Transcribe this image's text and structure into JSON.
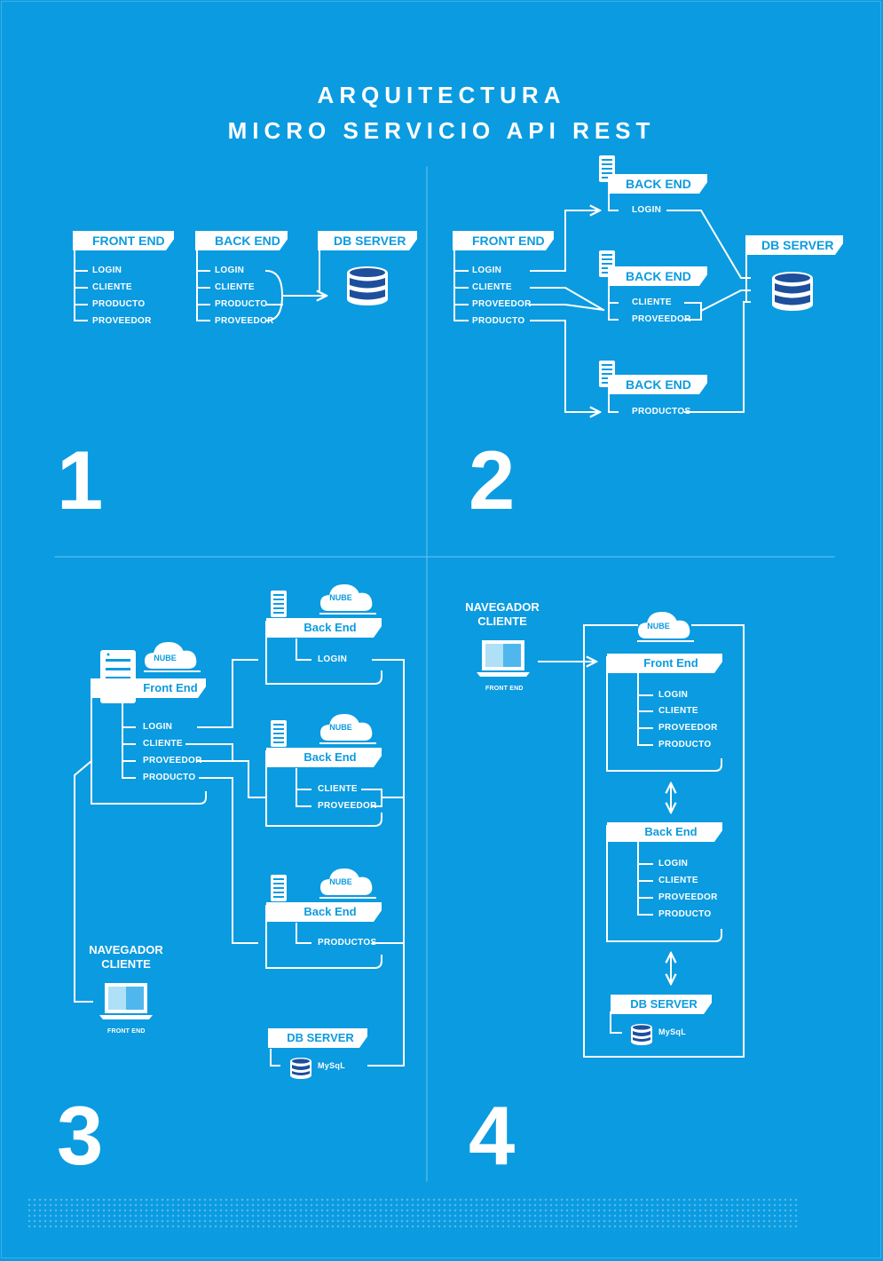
{
  "title": {
    "line1": "ARQUITECTURA",
    "line2": "MICRO SERVICIO API REST"
  },
  "quadrants": {
    "q1": {
      "number": "1",
      "front_end": {
        "label": "FRONT END",
        "items": [
          "LOGIN",
          "CLIENTE",
          "PRODUCTO",
          "PROVEEDOR"
        ]
      },
      "back_end": {
        "label": "BACK END",
        "items": [
          "LOGIN",
          "CLIENTE",
          "PRODUCTO",
          "PROVEEDOR"
        ]
      },
      "db": {
        "label": "DB SERVER"
      }
    },
    "q2": {
      "number": "2",
      "front_end": {
        "label": "FRONT END",
        "items": [
          "LOGIN",
          "CLIENTE",
          "PROVEEDOR",
          "PRODUCTO"
        ]
      },
      "back_end_1": {
        "label": "BACK END",
        "items": [
          "LOGIN"
        ]
      },
      "back_end_2": {
        "label": "BACK END",
        "items": [
          "CLIENTE",
          "PROVEEDOR"
        ]
      },
      "back_end_3": {
        "label": "BACK END",
        "items": [
          "PRODUCTOS"
        ]
      },
      "db": {
        "label": "DB SERVER"
      }
    },
    "q3": {
      "number": "3",
      "front_end": {
        "label": "Front End",
        "nube": "NUBE",
        "items": [
          "LOGIN",
          "CLIENTE",
          "PROVEEDOR",
          "PRODUCTO"
        ]
      },
      "back_end_1": {
        "label": "Back End",
        "nube": "NUBE",
        "items": [
          "LOGIN"
        ]
      },
      "back_end_2": {
        "label": "Back End",
        "nube": "NUBE",
        "items": [
          "CLIENTE",
          "PROVEEDOR"
        ]
      },
      "back_end_3": {
        "label": "Back End",
        "nube": "NUBE",
        "items": [
          "PRODUCTOS"
        ]
      },
      "db": {
        "label": "DB SERVER",
        "engine": "MySqL"
      },
      "client": {
        "line1": "NAVEGADOR",
        "line2": "CLIENTE",
        "caption": "FRONT END"
      }
    },
    "q4": {
      "number": "4",
      "client": {
        "line1": "NAVEGADOR",
        "line2": "CLIENTE",
        "caption": "FRONT END"
      },
      "nube": "NUBE",
      "front_end": {
        "label": "Front End",
        "items": [
          "LOGIN",
          "CLIENTE",
          "PROVEEDOR",
          "PRODUCTO"
        ]
      },
      "back_end": {
        "label": "Back End",
        "items": [
          "LOGIN",
          "CLIENTE",
          "PROVEEDOR",
          "PRODUCTO"
        ]
      },
      "db": {
        "label": "DB SERVER",
        "engine": "MySqL"
      }
    }
  },
  "colors": {
    "background": "#0b9be0",
    "foreground": "#ffffff",
    "db_icon": "#1d4f9c"
  }
}
